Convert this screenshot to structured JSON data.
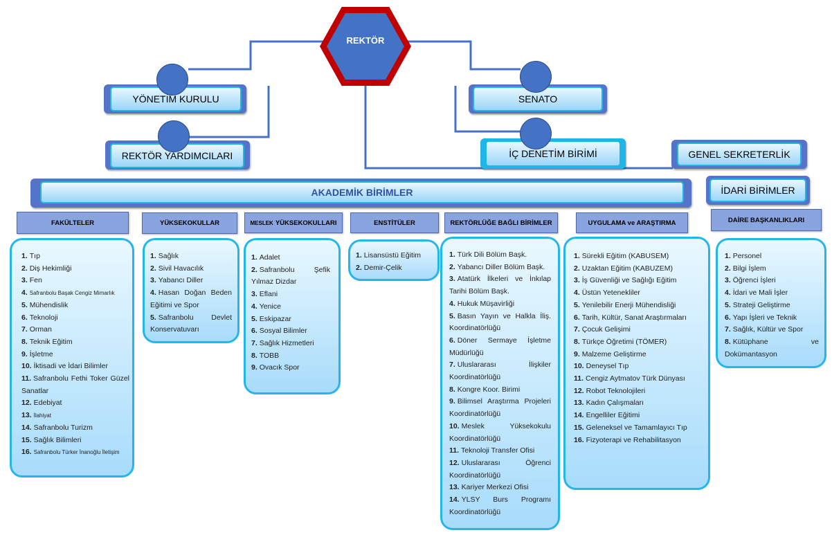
{
  "rektor": "REKTÖR",
  "yonetim": "YÖNETİM KURULU",
  "senato": "SENATO",
  "yardimci": "REKTÖR YARDIMCILARI",
  "denetim": "İÇ DENETİM BİRİMİ",
  "sekreterlik": "GENEL SEKRETERLİK",
  "akademik": "AKADEMİK BİRİMLER",
  "idari": "İDARİ BİRİMLER",
  "colors": {
    "accent": "#4472c4",
    "border": "#c00000",
    "cyan": "#1fb5e6"
  },
  "categories": {
    "fakulteler": "FAKÜLTELER",
    "yuksekokullar": "YÜKSEKOKULLAR",
    "meslek_small": "MESLEK",
    "meslek": "YÜKSEKOKULLARI",
    "enstituler": "ENSTİTÜLER",
    "rektorluge": "REKTÖRLÜĞE BAĞLI BİRİMLER",
    "uygulama": "UYGULAMA ve ARAŞTIRMA",
    "daire": "DAİRE BAŞKANLIKLARI"
  },
  "fakulteler": [
    {
      "n": "1.",
      "t": "Tıp"
    },
    {
      "n": "2.",
      "t": "Diş Hekimliği"
    },
    {
      "n": "3.",
      "t": "Fen"
    },
    {
      "n": "4.",
      "t": "Safranbolu Başak Cengiz Mimarlık"
    },
    {
      "n": "5.",
      "t": "Mühendislik"
    },
    {
      "n": "6.",
      "t": "Teknoloji"
    },
    {
      "n": "7.",
      "t": "Orman"
    },
    {
      "n": "8.",
      "t": "Teknik Eğitim"
    },
    {
      "n": "9.",
      "t": "İşletme"
    },
    {
      "n": "10.",
      "t": "İktisadi ve İdari Bilimler"
    },
    {
      "n": "11.",
      "t": "Safranbolu Fethi Toker Güzel Sanatlar"
    },
    {
      "n": "12.",
      "t": "Edebiyat"
    },
    {
      "n": "13.",
      "t": "İlahiyat"
    },
    {
      "n": "14.",
      "t": "Safranbolu Turizm"
    },
    {
      "n": "15.",
      "t": "Sağlık Bilimleri"
    },
    {
      "n": "16.",
      "t": "Safranbolu Türker İnanoğlu İletişim"
    }
  ],
  "yuksekokullar": [
    {
      "n": "1.",
      "t": "Sağlık"
    },
    {
      "n": "2.",
      "t": "Sivil Havacılık"
    },
    {
      "n": "3.",
      "t": "Yabancı Diller"
    },
    {
      "n": "4.",
      "t": "Hasan Doğan Beden Eğitimi ve Spor"
    },
    {
      "n": "5.",
      "t": "Safranbolu Devlet Konservatuvarı"
    }
  ],
  "meslek": [
    {
      "n": "1.",
      "t": "Adalet"
    },
    {
      "n": "2.",
      "t": "Safranbolu Şefik Yılmaz Dizdar"
    },
    {
      "n": "3.",
      "t": "Eflani"
    },
    {
      "n": "4.",
      "t": "Yenice"
    },
    {
      "n": "5.",
      "t": "Eskipazar"
    },
    {
      "n": "6.",
      "t": "Sosyal Bilimler"
    },
    {
      "n": "7.",
      "t": "Sağlık Hizmetleri"
    },
    {
      "n": "8.",
      "t": "TOBB"
    },
    {
      "n": "9.",
      "t": "Ovacık Spor"
    }
  ],
  "enstituler": [
    {
      "n": "1.",
      "t": "Lisansüstü Eğitim"
    },
    {
      "n": "2.",
      "t": "Demir-Çelik"
    }
  ],
  "rektorluge": [
    {
      "n": "1.",
      "t": "Türk Dili Bölüm Başk."
    },
    {
      "n": "2.",
      "t": "Yabancı Diller Bölüm Başk."
    },
    {
      "n": "3.",
      "t": "Atatürk İlkeleri ve İnkılap Tarihi Bölüm Başk."
    },
    {
      "n": "4.",
      "t": "Hukuk Müşavirliği"
    },
    {
      "n": "5.",
      "t": "Basın Yayın ve Halkla İliş. Koordinatörlüğü"
    },
    {
      "n": "6.",
      "t": "Döner Sermaye İşletme Müdürlüğü"
    },
    {
      "n": "7.",
      "t": "Uluslararası İlişkiler Koordinatörlüğü"
    },
    {
      "n": "8.",
      "t": "Kongre Koor. Birimi"
    },
    {
      "n": "9.",
      "t": "Bilimsel Araştırma Projeleri Koordinatörlüğü"
    },
    {
      "n": "10.",
      "t": "Meslek Yüksekokulu Koordinatörlüğü"
    },
    {
      "n": "11.",
      "t": "Teknoloji Transfer Ofisi"
    },
    {
      "n": "12.",
      "t": "Uluslararası Öğrenci Koordinatörlüğü"
    },
    {
      "n": "13.",
      "t": "Kariyer Merkezi Ofisi"
    },
    {
      "n": "14.",
      "t": "YLSY Burs Programı Koordinatörlüğü"
    }
  ],
  "uygulama": [
    {
      "n": "1.",
      "t": "Sürekli Eğitim (KABUSEM)"
    },
    {
      "n": "2.",
      "t": "Uzaktan Eğitim (KABUZEM)"
    },
    {
      "n": "3.",
      "t": "İş Güvenliği ve Sağlığı Eğitim"
    },
    {
      "n": "4.",
      "t": "Üstün Yetenekliler"
    },
    {
      "n": "5.",
      "t": "Yenilebilir Enerji Mühendisliği"
    },
    {
      "n": "6.",
      "t": "Tarih, Kültür, Sanat Araştırmaları"
    },
    {
      "n": "7.",
      "t": "Çocuk Gelişimi"
    },
    {
      "n": "8.",
      "t": "Türkçe Öğretimi (TÖMER)"
    },
    {
      "n": "9.",
      "t": "Malzeme Geliştirme"
    },
    {
      "n": "10.",
      "t": "Deneysel Tıp"
    },
    {
      "n": "11.",
      "t": "Cengiz Aytmatov Türk Dünyası"
    },
    {
      "n": "12.",
      "t": "Robot Teknolojileri"
    },
    {
      "n": "13.",
      "t": "Kadın Çalışmaları"
    },
    {
      "n": "14.",
      "t": "Engelliler Eğitimi"
    },
    {
      "n": "15.",
      "t": "Geleneksel ve Tamamlayıcı Tıp"
    },
    {
      "n": "16.",
      "t": "Fizyoterapi ve Rehabilitasyon"
    }
  ],
  "daire": [
    {
      "n": "1.",
      "t": "Personel"
    },
    {
      "n": "2.",
      "t": "Bilgi İşlem"
    },
    {
      "n": "3.",
      "t": "Öğrenci İşleri"
    },
    {
      "n": "4.",
      "t": "İdari ve Mali İşler"
    },
    {
      "n": "5.",
      "t": "Strateji Geliştirme"
    },
    {
      "n": "6.",
      "t": "Yapı İşleri ve Teknik"
    },
    {
      "n": "7.",
      "t": "Sağlık, Kültür ve Spor"
    },
    {
      "n": "8.",
      "t": "Kütüphane ve Dokümantasyon"
    }
  ]
}
